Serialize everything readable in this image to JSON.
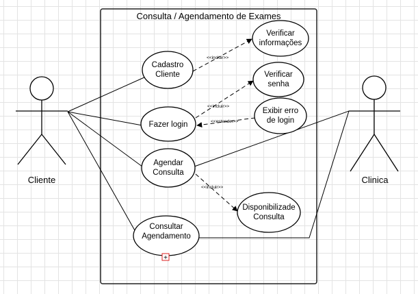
{
  "diagram": {
    "system": {
      "title": "Consulta  / Agendamento de Exames"
    },
    "actors": [
      {
        "id": "cliente",
        "label": "Cliente"
      },
      {
        "id": "clinica",
        "label": "Clinica"
      }
    ],
    "use_cases": [
      {
        "id": "cadastro",
        "lines": [
          "Cadastro",
          "Cliente"
        ]
      },
      {
        "id": "verificar-info",
        "lines": [
          "Verificar",
          "informações"
        ]
      },
      {
        "id": "verificar-senha",
        "lines": [
          "Verificar",
          "senha"
        ]
      },
      {
        "id": "fazer-login",
        "lines": [
          "Fazer login"
        ]
      },
      {
        "id": "exibir-erro",
        "lines": [
          "Exibir erro",
          "de login"
        ]
      },
      {
        "id": "agendar",
        "lines": [
          "Agendar",
          "Consulta"
        ]
      },
      {
        "id": "disponibilizade",
        "lines": [
          "Disponibilizade",
          "Consulta"
        ]
      },
      {
        "id": "consultar",
        "lines": [
          "Consultar",
          "Agendamento"
        ]
      }
    ],
    "relationships": [
      {
        "from": "cadastro",
        "to": "verificar-info",
        "label": "<<incluir>>"
      },
      {
        "from": "fazer-login",
        "to": "verificar-senha",
        "label": "<<incluir>>"
      },
      {
        "from": "exibir-erro",
        "to": "fazer-login",
        "label": "<<estender>>"
      },
      {
        "from": "agendar",
        "to": "disponibilizade",
        "label": "<<incluir>>"
      }
    ],
    "expand_marker": "+"
  }
}
